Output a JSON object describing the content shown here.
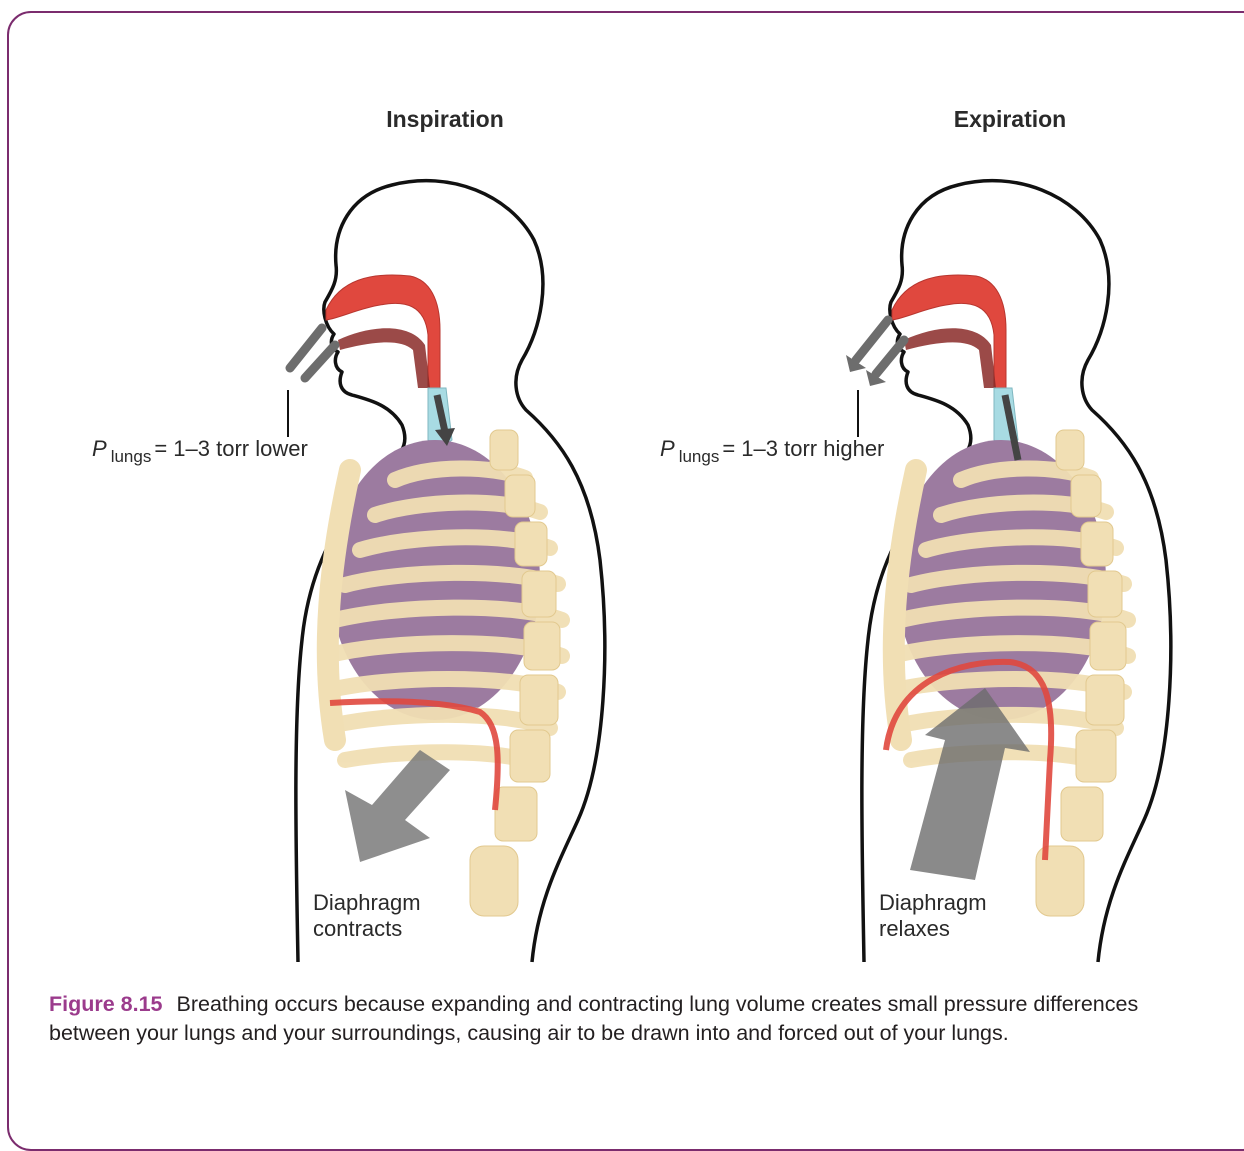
{
  "panels": [
    {
      "title": "Inspiration",
      "pressure": {
        "symbol": "P",
        "subscript": "lungs",
        "text": "= 1–3 torr lower"
      },
      "diaphragm_line1": "Diaphragm",
      "diaphragm_line2": "contracts"
    },
    {
      "title": "Expiration",
      "pressure": {
        "symbol": "P",
        "subscript": "lungs",
        "text": "= 1–3 torr higher"
      },
      "diaphragm_line1": "Diaphragm",
      "diaphragm_line2": "relaxes"
    }
  ],
  "caption": {
    "figure_number": "Figure 8.15",
    "text": "Breathing occurs because expanding and contracting lung volume creates small pressure differences between your lungs and your surroundings, causing air to be drawn into and forced out of your lungs."
  },
  "colors": {
    "frame": "#7b2c6e",
    "figure_number": "#9b3b8c",
    "airway": "#e0483e",
    "trachea": "#a8dbe3",
    "lung": "#9c7ba0",
    "bone": "#f1dfb4",
    "diaphragm": "#e0483e",
    "arrow": "#6d6d6d"
  }
}
